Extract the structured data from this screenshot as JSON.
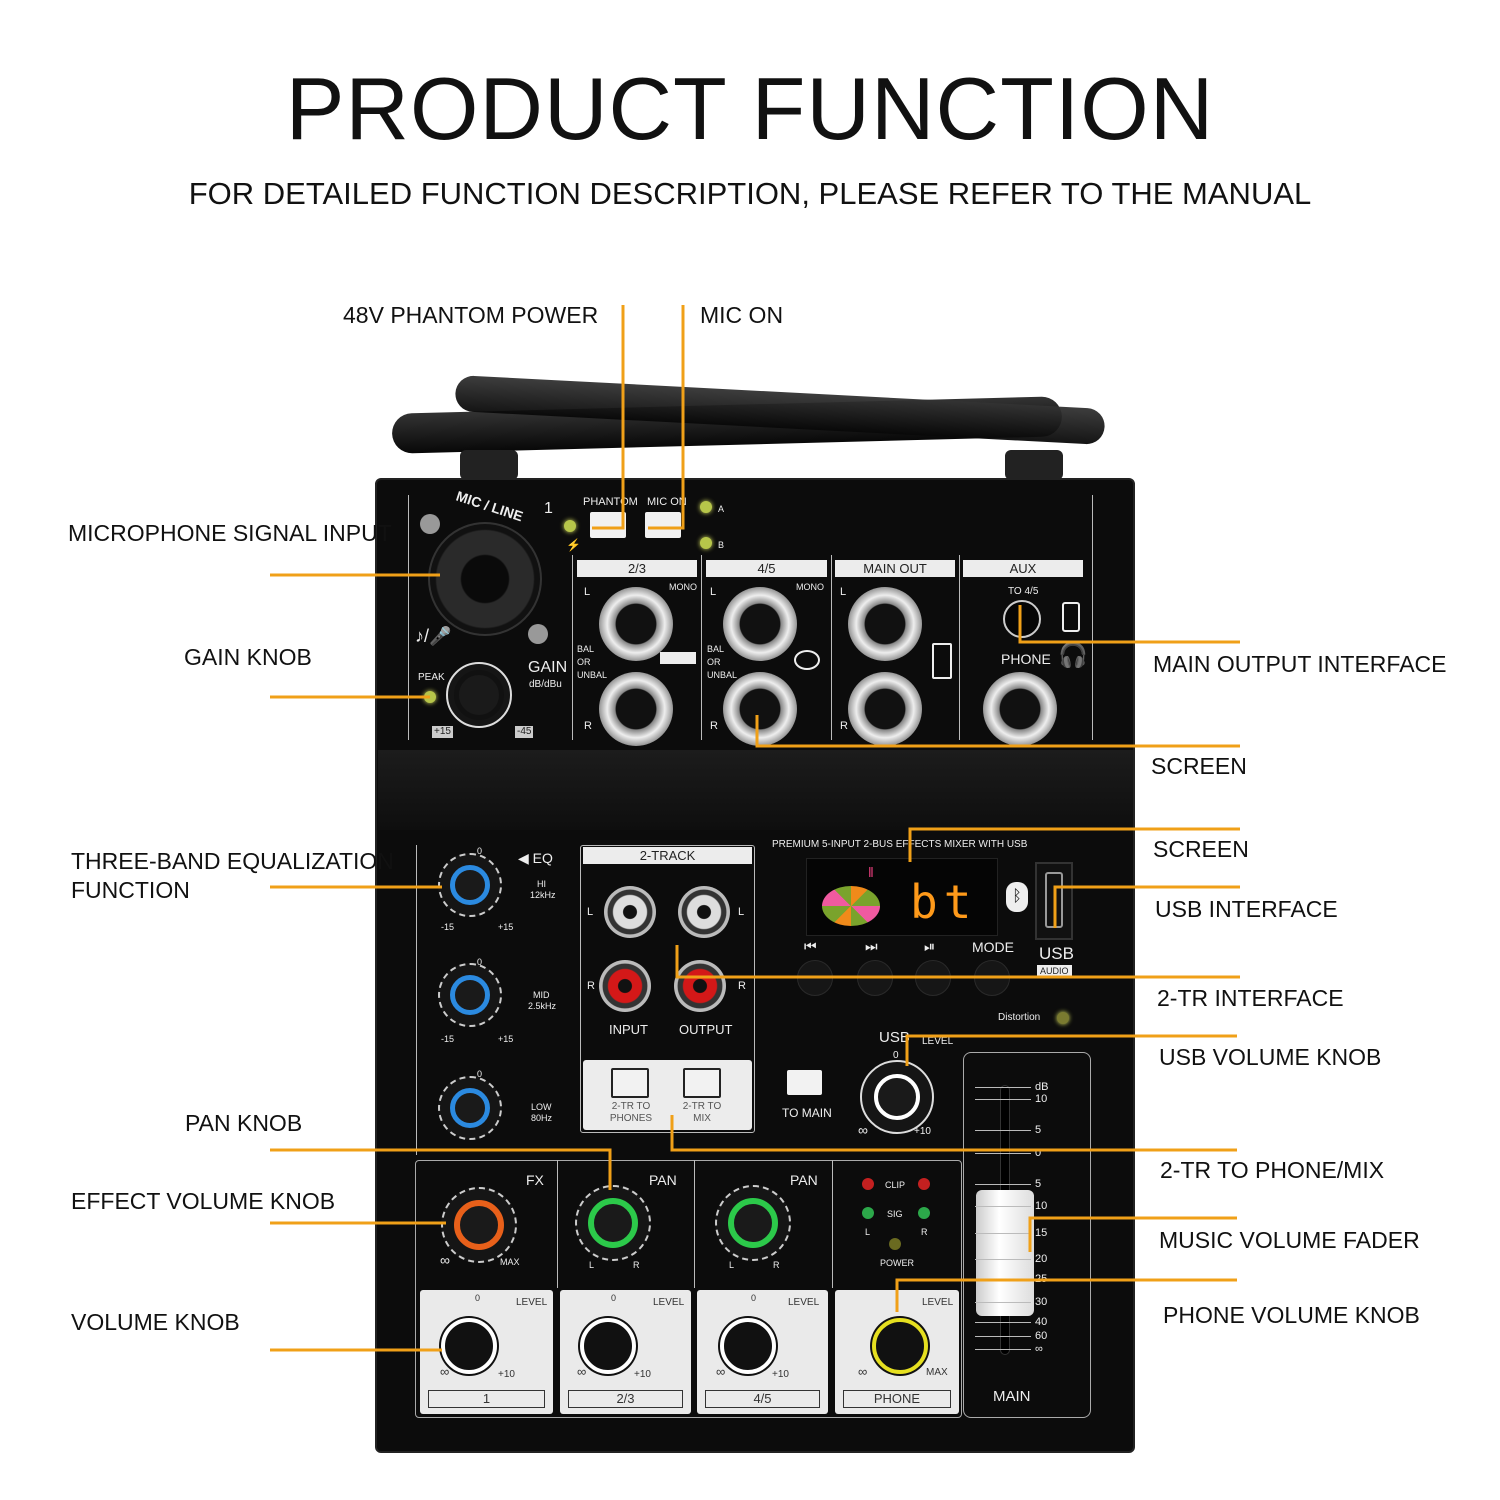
{
  "header": {
    "title": "PRODUCT FUNCTION",
    "subtitle": "FOR DETAILED FUNCTION DESCRIPTION, PLEASE REFER TO THE MANUAL"
  },
  "callouts": {
    "phantom": "48V PHANTOM POWER",
    "mic_on": "MIC ON",
    "mic_input": "MICROPHONE SIGNAL INPUT",
    "gain": "GAIN KNOB",
    "eq_line1": "THREE-BAND EQUALIZATION",
    "eq_line2": "FUNCTION",
    "pan": "PAN KNOB",
    "fx": "EFFECT VOLUME KNOB",
    "volume": "VOLUME KNOB",
    "main_output": "MAIN OUTPUT INTERFACE",
    "screen_a": "SCREEN",
    "screen_b": "SCREEN",
    "usb_interface": "USB INTERFACE",
    "tr_interface": "2-TR INTERFACE",
    "usb_volume": "USB VOLUME KNOB",
    "tr_phone_mix": "2-TR TO PHONE/MIX",
    "fader": "MUSIC VOLUME FADER",
    "phone_volume": "PHONE VOLUME KNOB"
  },
  "colors": {
    "callout_line": "#f0a018",
    "panel": "#0c0c0c"
  },
  "mixer": {
    "mic_line": "MIC / LINE",
    "channel_num": "1",
    "phantom": "PHANTOM",
    "mic_on": "MIC ON",
    "led_a": "A",
    "led_b": "B",
    "peak": "PEAK",
    "gain": "GAIN",
    "gain_unit": "dB/dBu",
    "gain_min": "+15",
    "gain_max": "-45",
    "sections": [
      "2/3",
      "4/5",
      "MAIN OUT",
      "AUX"
    ],
    "mono": "MONO",
    "l": "L",
    "r": "R",
    "bal": "BAL",
    "or": "OR",
    "unbal": "UNBAL",
    "to45": "TO 4/5",
    "phone": "PHONE",
    "eq": "EQ",
    "eq_bands": [
      {
        "name": "HI",
        "freq": "12kHz"
      },
      {
        "name": "MID",
        "freq": "2.5kHz"
      },
      {
        "name": "LOW",
        "freq": "80Hz"
      }
    ],
    "eq_zero": "0",
    "eq_min": "-15",
    "eq_max": "+15",
    "two_track": "2-TRACK",
    "input": "INPUT",
    "output": "OUTPUT",
    "tr_phones": "2-TR TO PHONES",
    "tr_mix": "2-TR TO MIX",
    "product_line": "PREMIUM 5-INPUT 2-BUS EFFECTS MIXER WITH USB",
    "display_text": "bt",
    "transport": [
      "⏮",
      "⏭",
      "⏯",
      "MODE"
    ],
    "usb": "USB",
    "audio": "AUDIO",
    "distortion": "Distortion",
    "to_main": "TO MAIN",
    "usb_level": "LEVEL",
    "usb_knob": "USB",
    "zero": "0",
    "inf": "∞",
    "plus10": "+10",
    "fx": "FX",
    "max": "MAX",
    "pan": "PAN",
    "clip": "CLIP",
    "sig": "SIG",
    "power": "POWER",
    "level": "LEVEL",
    "strips": [
      "1",
      "2/3",
      "4/5",
      "PHONE"
    ],
    "fader_scale": [
      "dB",
      "10",
      "5",
      "0",
      "5",
      "10",
      "15",
      "20",
      "25",
      "30",
      "40",
      "60",
      "∞"
    ],
    "main": "MAIN"
  }
}
